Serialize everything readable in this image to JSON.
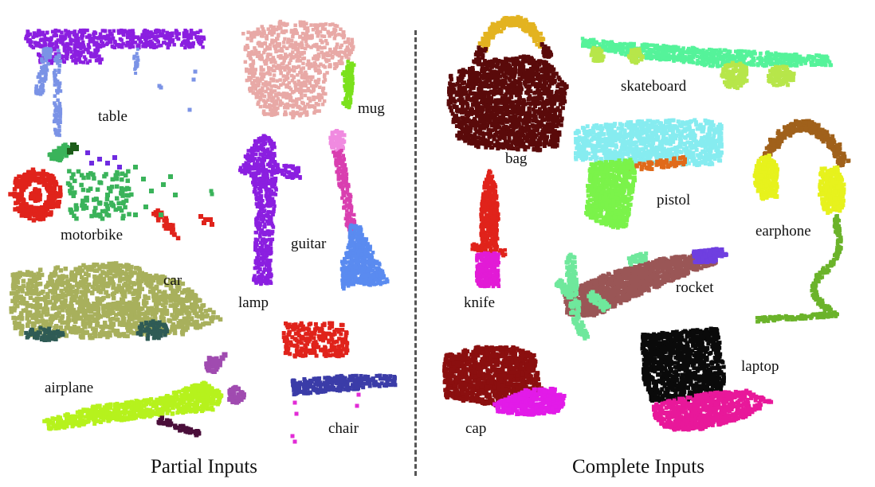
{
  "captions": {
    "left": "Partial Inputs",
    "right": "Complete Inputs"
  },
  "labels": {
    "table": "table",
    "mug": "mug",
    "motorbike": "motorbike",
    "lamp": "lamp",
    "guitar": "guitar",
    "car": "car",
    "airplane": "airplane",
    "chair": "chair",
    "bag": "bag",
    "skateboard": "skateboard",
    "pistol": "pistol",
    "earphone": "earphone",
    "knife": "knife",
    "rocket": "rocket",
    "cap": "cap",
    "laptop": "laptop"
  },
  "colors": {
    "table_top": "#8b1fe0",
    "table_legs": "#7b93e6",
    "mug_body": "#e8a9a6",
    "mug_handle": "#7be11c",
    "motorbike_wheel": "#e0231b",
    "motorbike_body": "#3ab35a",
    "motorbike_tank": "#1d5d1a",
    "motorbike_seat": "#6f2be0",
    "lamp": "#8b1fe0",
    "guitar_neck": "#d93fb0",
    "guitar_head": "#f08ae0",
    "guitar_body": "#5a8bf0",
    "car_body": "#a8b05c",
    "car_wheels": "#2f5b55",
    "airplane_body": "#b6f21d",
    "airplane_engine": "#a04bb0",
    "airplane_tail": "#4a0e3a",
    "chair_back": "#e0231b",
    "chair_seat": "#3b3ca8",
    "chair_legs": "#e22bd6",
    "bag_body": "#5a0a0a",
    "bag_handle": "#e3b320",
    "skateboard_deck": "#55f39a",
    "skateboard_wheels": "#b7e64a",
    "pistol_slide": "#86ecf0",
    "pistol_grip": "#7bf34a",
    "pistol_trigger": "#e06a1b",
    "earphone_band": "#a0611b",
    "earphone_cup": "#e7f21d",
    "earphone_cable": "#6bb32a",
    "knife_blade": "#e0231b",
    "knife_handle": "#e21bd6",
    "rocket_body": "#9a5656",
    "rocket_fins": "#6fe89c",
    "rocket_tip": "#6f3fe0",
    "cap_crown": "#8b0f0f",
    "cap_brim": "#e21be8",
    "laptop_screen": "#0a0a0a",
    "laptop_base": "#e8189a"
  }
}
